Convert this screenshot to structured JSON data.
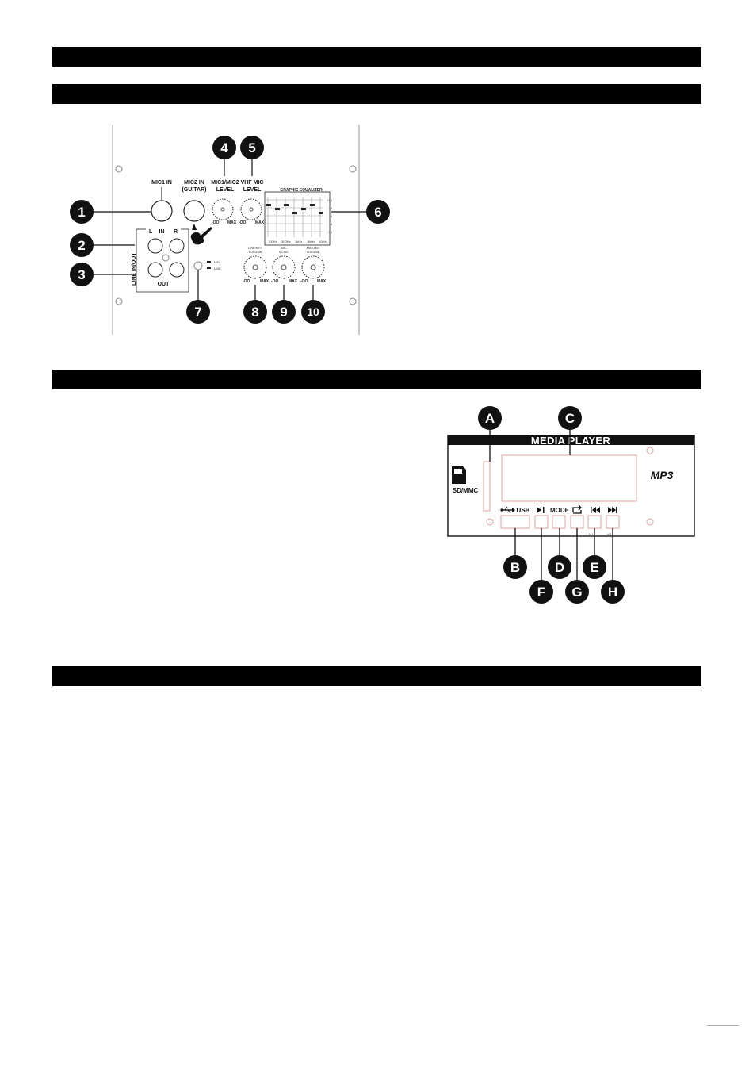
{
  "panel": {
    "labels": {
      "mic1_in": "MIC1 IN",
      "mic2_in_line1": "MIC2 IN",
      "mic2_in_line2": "(GUITAR)",
      "mic_level_line1": "MIC1/MIC2",
      "mic_level_line2": "LEVEL",
      "vhf_line1": "VHF MIC",
      "vhf_line2": "LEVEL",
      "eq_title": "GRAPHIC EQUALIZER",
      "eq_scale": [
        "+12",
        "+6",
        "0",
        "-6",
        "-12"
      ],
      "eq_freqs": [
        "100Hz",
        "300Hz",
        "1kHz",
        "3kHz",
        "10kHz"
      ],
      "line_l": "L",
      "line_in": "IN",
      "line_r": "R",
      "line_out": "OUT",
      "line_inout": "LINE IN/OUT",
      "sel_mp3": "MP3",
      "sel_line": "LINE",
      "line_mp3_vol_1": "LINE/MP3",
      "line_mp3_vol_2": "VOLUME",
      "mic_echo_1": "MIC",
      "mic_echo_2": "ECHO",
      "master_vol_1": "MASTER",
      "master_vol_2": "VOLUME",
      "knob_min": "-OO",
      "knob_max": "MAX"
    },
    "callouts": [
      "1",
      "2",
      "3",
      "4",
      "5",
      "6",
      "7",
      "8",
      "9",
      "10"
    ]
  },
  "media_player": {
    "title": "MEDIA PLAYER",
    "sd_label": "SD/MMC",
    "usb_label": "USB",
    "mode_label": "MODE",
    "logo_text": "MP3",
    "vol_minus": "V-L-",
    "vol_plus": "V-L+",
    "callouts": [
      "A",
      "B",
      "C",
      "D",
      "E",
      "F",
      "G",
      "H"
    ]
  }
}
